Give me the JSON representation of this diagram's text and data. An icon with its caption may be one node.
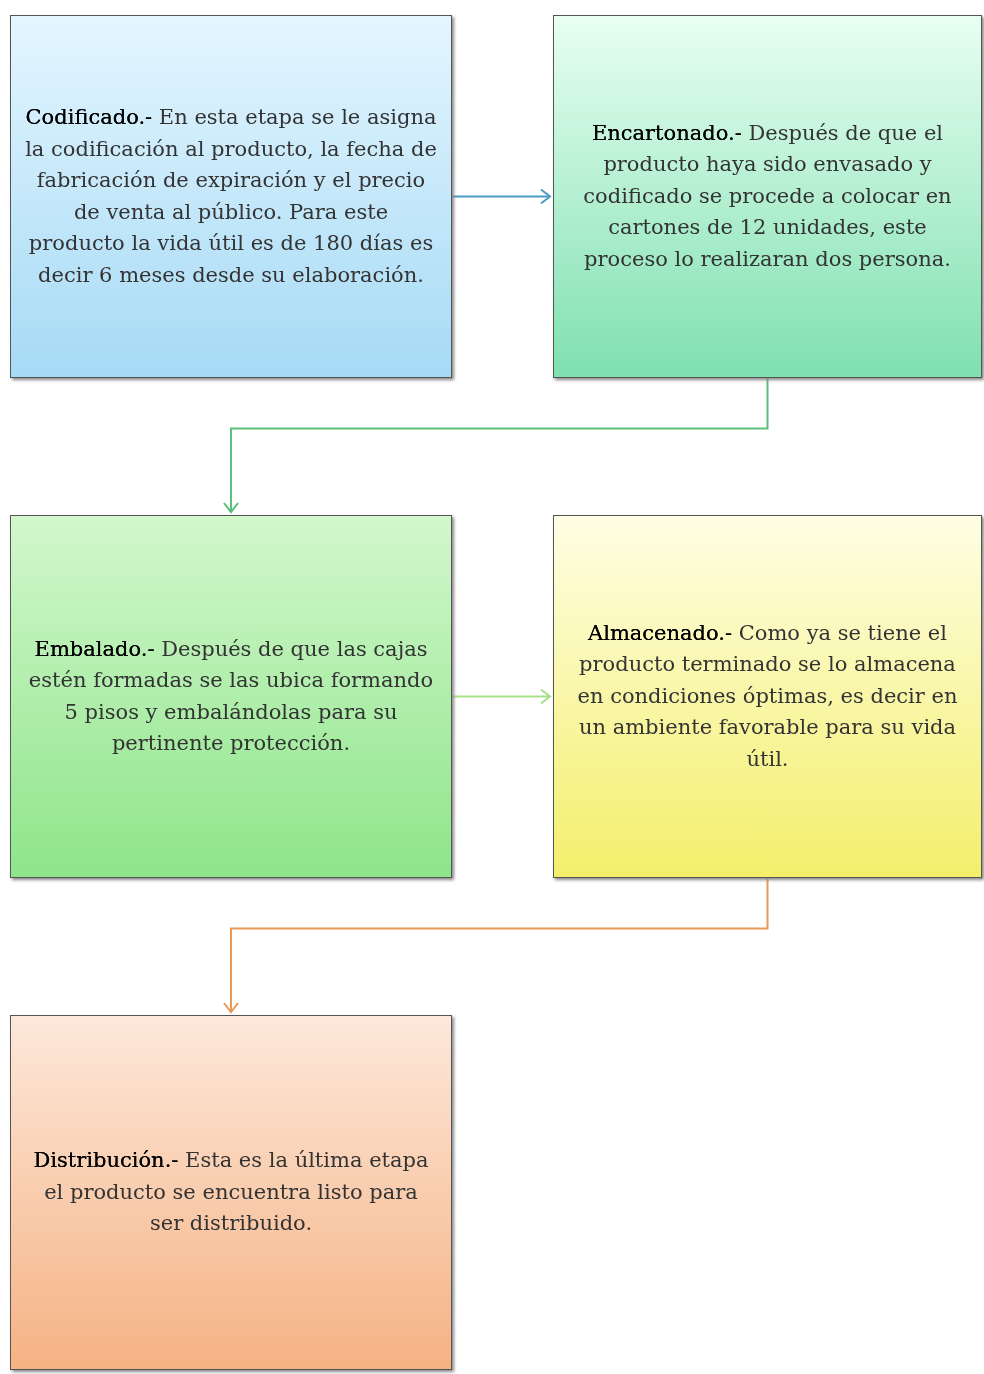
{
  "diagram": {
    "nodes": [
      {
        "text": [
          "**Codificado.-** En esta etapa se le asigna la codificación al producto, la fecha de fabricación de expiración y el precio de venta al público. Para este producto la vida útil es de 180 días es decir 6 meses desde su elaboración."
        ]
      },
      {
        "text": [
          "**Encartonado.-** Después de que el producto haya sido envasado y codificado se procede a colocar en cartones de 12 unidades, este proceso lo realizaran dos persona."
        ]
      },
      {
        "text": [
          "**Embalado.-** Después de que las cajas estén formadas se las ubica formando 5 pisos y embalándolas para su pertinente protección."
        ]
      },
      {
        "text": [
          "**Almacenado.-** Como ya se tiene el producto terminado se lo almacena en condiciones óptimas, es decir en un ambiente favorable para su vida útil."
        ]
      },
      {
        "text": [
          "**Distribución.-** Esta es la última etapa el producto se encuentra listo para ser distribuido."
        ]
      }
    ],
    "edges": [
      {
        "from": 0,
        "to": 1,
        "arrow": "to",
        "color": "#4a9cc8"
      },
      {
        "from": 1,
        "to": 2,
        "arrow": "to",
        "color": "#5cbf7a"
      },
      {
        "from": 2,
        "to": 3,
        "arrow": "to",
        "color": "#a8e08a"
      },
      {
        "from": 3,
        "to": 4,
        "arrow": "to",
        "color": "#e89a5a"
      }
    ]
  }
}
